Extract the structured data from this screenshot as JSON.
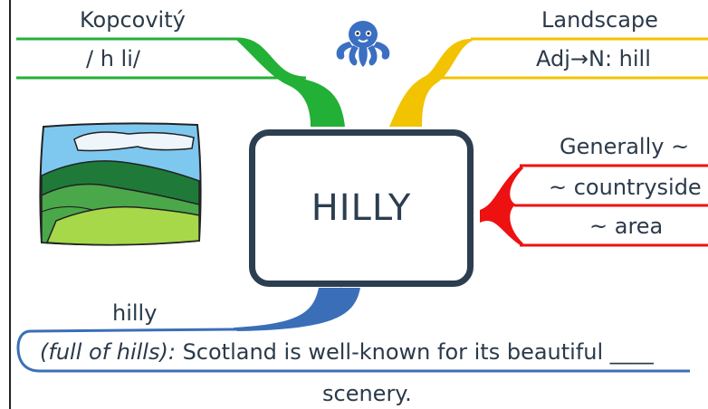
{
  "center": {
    "title": "HILLY"
  },
  "top_left": {
    "line1": "Kopcovitý",
    "line2": "/  h  li/"
  },
  "top_right": {
    "line1": "Landscape",
    "line2": "Adj→N: hill"
  },
  "right": {
    "line1": "Generally ~",
    "line2": "~ countryside",
    "line3": "~ area"
  },
  "bottom": {
    "word": "hilly",
    "definition": "(full of hills):",
    "sentence": "Scotland is well-known for its beautiful ____",
    "sentence_end": "scenery."
  },
  "colors": {
    "green": "#22b036",
    "yellow": "#f2c300",
    "red": "#ee1111",
    "blue": "#3a6fb8",
    "center_border": "#2c3e50",
    "octopus": "#3b6fc2"
  },
  "icons": {
    "mascot": "octopus-icon",
    "image": "hills-landscape-image"
  }
}
